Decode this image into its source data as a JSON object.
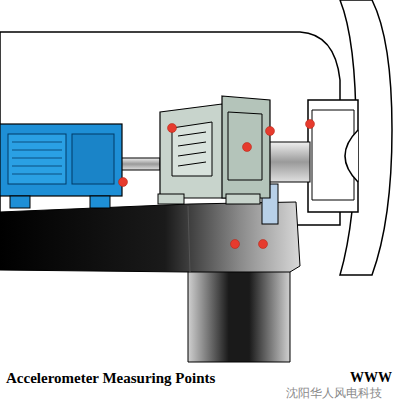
{
  "diagram": {
    "caption": "Accelerometer Measuring Points",
    "labels": [
      "WWW",
      "沈阳华人风电科技"
    ]
  }
}
